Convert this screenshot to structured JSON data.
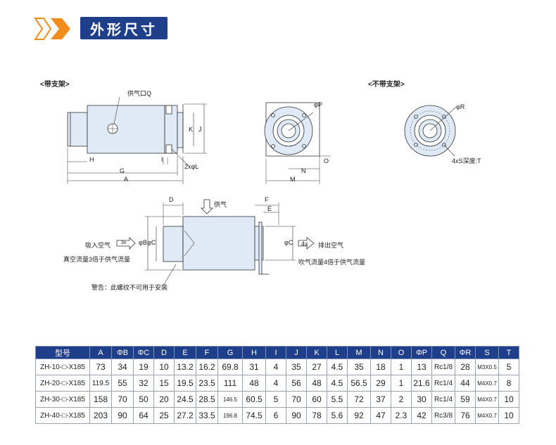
{
  "header": {
    "title": "外形尺寸"
  },
  "views": {
    "with_bracket": "<带支架>",
    "without_bracket": "<不带支架>"
  },
  "labels": {
    "supply_port": "供气口Q",
    "H": "H",
    "G": "G",
    "A": "A",
    "I": "I",
    "K": "K",
    "J": "J",
    "L": "2xφL",
    "P": "φP",
    "N": "N",
    "O": "O",
    "M": "M",
    "R": "φR",
    "S": "4xS深度:T",
    "D": "D",
    "F": "F",
    "E": "E",
    "B": "φB",
    "C1": "φC",
    "C2": "φC",
    "supply": "供气",
    "suction": "吸入空气",
    "suction_mult": "3x",
    "vacuum_note": "真空流量3倍于供气流量",
    "exhaust_mult": "4x",
    "exhaust": "排出空气",
    "blow_note": "吹气流量4倍于供气流量",
    "warning": "警告：此螺纹不可用于安装"
  },
  "table": {
    "headers": [
      "型号",
      "A",
      "ΦB",
      "ΦC",
      "D",
      "E",
      "F",
      "G",
      "H",
      "I",
      "J",
      "K",
      "L",
      "M",
      "N",
      "O",
      "ΦP",
      "Q",
      "ΦR",
      "S",
      "T"
    ],
    "rows": [
      [
        "ZH-10-□-X185",
        "73",
        "34",
        "19",
        "10",
        "13.2",
        "16.2",
        "69.8",
        "31",
        "4",
        "35",
        "27",
        "4.5",
        "35",
        "18",
        "1",
        "13",
        "Rc1/8",
        "28",
        "M3X0.5",
        "5"
      ],
      [
        "ZH-20-□-X185",
        "119.5",
        "55",
        "32",
        "15",
        "19.5",
        "23.5",
        "111",
        "48",
        "4",
        "56",
        "48",
        "4.5",
        "56.5",
        "29",
        "1",
        "21.6",
        "Rc1/4",
        "44",
        "M4X0.7",
        "8"
      ],
      [
        "ZH-30-□-X185",
        "158",
        "70",
        "50",
        "20",
        "24.5",
        "28.5",
        "146.5",
        "60.5",
        "5",
        "70",
        "60",
        "5.5",
        "72",
        "37",
        "2",
        "30",
        "Rc1/4",
        "59",
        "M4X0.7",
        "10"
      ],
      [
        "ZH-40-□-X185",
        "203",
        "90",
        "64",
        "25",
        "27.2",
        "33.5",
        "196.8",
        "74.5",
        "6",
        "90",
        "78",
        "5.6",
        "92",
        "47",
        "2.3",
        "42",
        "Rc3/8",
        "76",
        "M4X0.7",
        "10"
      ]
    ]
  },
  "colors": {
    "accent": "#1f3f8a",
    "chevron": "#f28c1c",
    "body_fill": "#dfeaf6"
  }
}
